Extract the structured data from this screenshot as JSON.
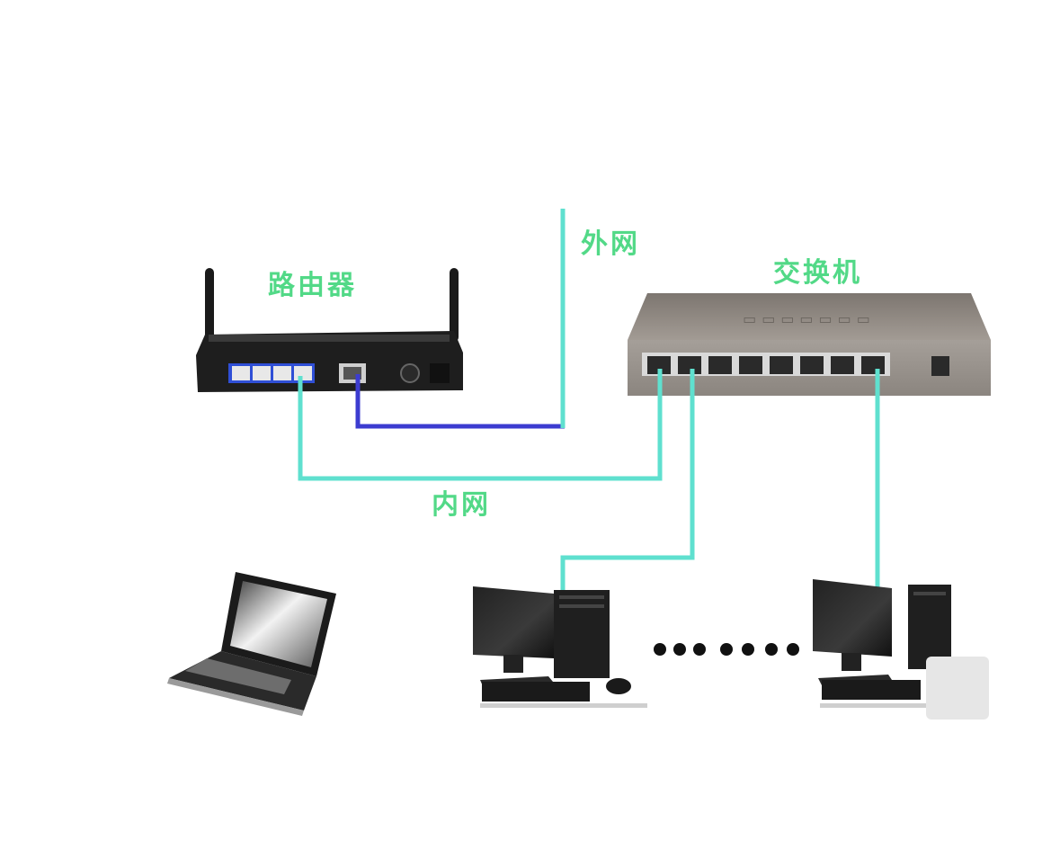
{
  "labels": {
    "router": "路由器",
    "wan": "外网",
    "switch": "交换机",
    "lan": "内网"
  },
  "colors": {
    "label": "#52d987",
    "lan_cable": "#5fe0cf",
    "wan_cable": "#3c3cd0",
    "router_body": "#1e1e1e",
    "switch_body": "#8d8781",
    "computer": "#1a1a1a"
  },
  "icons": [
    "router-icon",
    "switch-icon",
    "laptop-icon",
    "desktop-computer-icon",
    "ellipsis-dots"
  ]
}
